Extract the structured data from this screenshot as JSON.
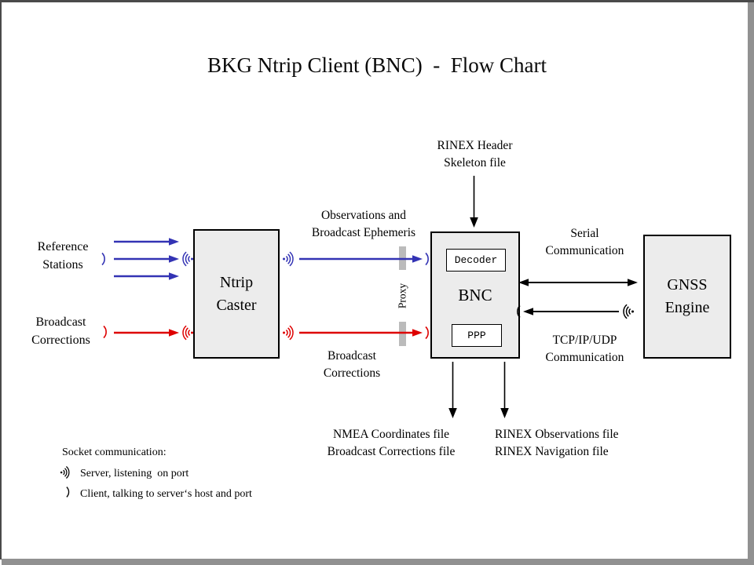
{
  "title": "BKG Ntrip Client (BNC)  -  Flow Chart",
  "nodes": {
    "ntrip_caster": [
      "Ntrip",
      "Caster"
    ],
    "bnc": {
      "label": "BNC",
      "decoder": "Decoder",
      "ppp": "PPP"
    },
    "gnss_engine": [
      "GNSS",
      "Engine"
    ]
  },
  "labels": {
    "reference_stations": [
      "Reference",
      "Stations"
    ],
    "broadcast_corrections_in": [
      "Broadcast",
      "Corrections"
    ],
    "observations": [
      "Observations and",
      "Broadcast Ephemeris"
    ],
    "broadcast_corrections_stream": [
      "Broadcast",
      "Corrections"
    ],
    "rinex_header": [
      "RINEX Header",
      "Skeleton file"
    ],
    "proxy": "Proxy",
    "serial": [
      "Serial",
      "Communication"
    ],
    "tcp": [
      "TCP/IP/UDP",
      "Communication"
    ],
    "nmea_outputs": [
      "NMEA Coordinates file",
      "Broadcast Corrections file"
    ],
    "rinex_outputs": [
      "RINEX Observations file",
      "RINEX Navigation file"
    ]
  },
  "legend": {
    "heading": "Socket communication:",
    "server": "Server, listening  on port",
    "client": "Client, talking to server‘s host and port"
  },
  "colors": {
    "blue": "#3333B4",
    "red": "#DE0000",
    "black": "#000000",
    "box_fill": "#ECECEC",
    "proxy_bar": "#BBBBBB",
    "frame_dark": "#4A4A4A",
    "frame_gray": "#919191"
  }
}
